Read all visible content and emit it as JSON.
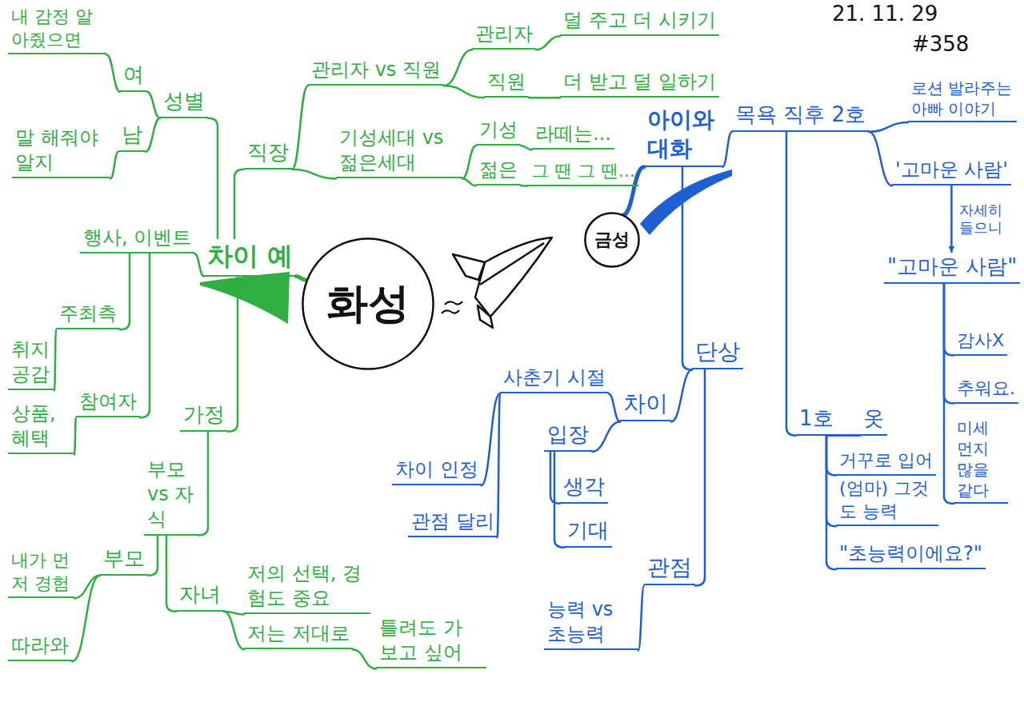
{
  "diagram": {
    "nodes": [
      {
        "text": [
          "화성"
        ]
      },
      {
        "text": [
          "차이 예"
        ]
      },
      {
        "text": [
          "성별"
        ]
      },
      {
        "text": [
          "여"
        ]
      },
      {
        "text": [
          "내 감정 알아줬으면"
        ]
      },
      {
        "text": [
          "남"
        ]
      },
      {
        "text": [
          "말 해줘야 알지"
        ]
      },
      {
        "text": [
          "직장"
        ]
      },
      {
        "text": [
          "관리자 vs 직원"
        ]
      },
      {
        "text": [
          "관리자"
        ]
      },
      {
        "text": [
          "덜 주고 더 시키기"
        ]
      },
      {
        "text": [
          "직원"
        ]
      },
      {
        "text": [
          "더 받고 덜 일하기"
        ]
      },
      {
        "text": [
          "기성세대 vs 젊은세대"
        ]
      },
      {
        "text": [
          "기성"
        ]
      },
      {
        "text": [
          "라떼는..."
        ]
      },
      {
        "text": [
          "젊은"
        ]
      },
      {
        "text": [
          "그 땐 그 땐..."
        ]
      },
      {
        "text": [
          "행사, 이벤트"
        ]
      },
      {
        "text": [
          "주최측"
        ]
      },
      {
        "text": [
          "취지 공감"
        ]
      },
      {
        "text": [
          "참여자"
        ]
      },
      {
        "text": [
          "상품, 혜택"
        ]
      },
      {
        "text": [
          "가정"
        ]
      },
      {
        "text": [
          "부모 vs 자식"
        ]
      },
      {
        "text": [
          "부모"
        ]
      },
      {
        "text": [
          "내가 먼저 경험"
        ]
      },
      {
        "text": [
          "따라와"
        ]
      },
      {
        "text": [
          "자녀"
        ]
      },
      {
        "text": [
          "저의 선택, 경험도 중요"
        ]
      },
      {
        "text": [
          "저는 저대로"
        ]
      },
      {
        "text": [
          "틀려도 가 보고 싶어"
        ]
      },
      {
        "text": [
          "금성"
        ]
      },
      {
        "text": [
          "아이와 대화"
        ]
      },
      {
        "text": [
          "목욕 직후 2호"
        ]
      },
      {
        "text": [
          "로션 발라주는 아빠 이야기"
        ]
      },
      {
        "text": [
          "'고마운 사람'"
        ]
      },
      {
        "text": [
          "\"고마운 사람\""
        ]
      },
      {
        "text": [
          "감사X"
        ]
      },
      {
        "text": [
          "추워요."
        ]
      },
      {
        "text": [
          "미세 먼지 많을 같다"
        ]
      },
      {
        "text": [
          "1호"
        ]
      },
      {
        "text": [
          "옷"
        ]
      },
      {
        "text": [
          "거꾸로 입어"
        ]
      },
      {
        "text": [
          "(엄마) 그것도 능력"
        ]
      },
      {
        "text": [
          "\"초능력이에요?\""
        ]
      },
      {
        "text": [
          "단상"
        ]
      },
      {
        "text": [
          "차이"
        ]
      },
      {
        "text": [
          "사춘기 시절"
        ]
      },
      {
        "text": [
          "차이 인정"
        ]
      },
      {
        "text": [
          "관점 달리"
        ]
      },
      {
        "text": [
          "입장"
        ]
      },
      {
        "text": [
          "생각"
        ]
      },
      {
        "text": [
          "기대"
        ]
      },
      {
        "text": [
          "관점"
        ]
      },
      {
        "text": [
          "능력 vs 초능력"
        ]
      }
    ],
    "edges": [
      {
        "from": 0,
        "to": 1,
        "arrow": "none"
      },
      {
        "from": 1,
        "to": 2,
        "arrow": "none"
      },
      {
        "from": 2,
        "to": 3,
        "arrow": "none"
      },
      {
        "from": 3,
        "to": 4,
        "arrow": "none"
      },
      {
        "from": 2,
        "to": 5,
        "arrow": "none"
      },
      {
        "from": 5,
        "to": 6,
        "arrow": "none"
      },
      {
        "from": 1,
        "to": 7,
        "arrow": "none"
      },
      {
        "from": 7,
        "to": 8,
        "arrow": "none"
      },
      {
        "from": 8,
        "to": 9,
        "arrow": "none"
      },
      {
        "from": 9,
        "to": 10,
        "arrow": "none"
      },
      {
        "from": 8,
        "to": 11,
        "arrow": "none"
      },
      {
        "from": 11,
        "to": 12,
        "arrow": "none"
      },
      {
        "from": 7,
        "to": 13,
        "arrow": "none"
      },
      {
        "from": 13,
        "to": 14,
        "arrow": "none"
      },
      {
        "from": 14,
        "to": 15,
        "arrow": "none"
      },
      {
        "from": 13,
        "to": 16,
        "arrow": "none"
      },
      {
        "from": 16,
        "to": 17,
        "arrow": "none"
      },
      {
        "from": 1,
        "to": 18,
        "arrow": "none"
      },
      {
        "from": 18,
        "to": 19,
        "arrow": "none"
      },
      {
        "from": 19,
        "to": 20,
        "arrow": "none"
      },
      {
        "from": 18,
        "to": 21,
        "arrow": "none"
      },
      {
        "from": 21,
        "to": 22,
        "arrow": "none"
      },
      {
        "from": 1,
        "to": 23,
        "arrow": "none"
      },
      {
        "from": 23,
        "to": 24,
        "arrow": "none"
      },
      {
        "from": 24,
        "to": 25,
        "arrow": "none"
      },
      {
        "from": 25,
        "to": 26,
        "arrow": "none"
      },
      {
        "from": 25,
        "to": 27,
        "arrow": "none"
      },
      {
        "from": 24,
        "to": 28,
        "arrow": "none"
      },
      {
        "from": 28,
        "to": 29,
        "arrow": "none"
      },
      {
        "from": 28,
        "to": 30,
        "arrow": "none"
      },
      {
        "from": 30,
        "to": 31,
        "arrow": "none"
      },
      {
        "from": 32,
        "to": 33,
        "arrow": "none"
      },
      {
        "from": 33,
        "to": 34,
        "arrow": "none"
      },
      {
        "from": 34,
        "to": 35,
        "arrow": "none"
      },
      {
        "from": 34,
        "to": 36,
        "arrow": "none"
      },
      {
        "from": 36,
        "to": 37,
        "label": "자세히 들으니",
        "arrow": "to"
      },
      {
        "from": 37,
        "to": 38,
        "arrow": "none"
      },
      {
        "from": 37,
        "to": 39,
        "arrow": "none"
      },
      {
        "from": 37,
        "to": 40,
        "arrow": "none"
      },
      {
        "from": 34,
        "to": 41,
        "arrow": "none"
      },
      {
        "from": 41,
        "to": 42,
        "arrow": "none"
      },
      {
        "from": 42,
        "to": 43,
        "arrow": "none"
      },
      {
        "from": 42,
        "to": 44,
        "arrow": "none"
      },
      {
        "from": 42,
        "to": 45,
        "arrow": "none"
      },
      {
        "from": 33,
        "to": 46,
        "arrow": "none"
      },
      {
        "from": 46,
        "to": 47,
        "arrow": "none"
      },
      {
        "from": 47,
        "to": 48,
        "arrow": "none"
      },
      {
        "from": 48,
        "to": 49,
        "arrow": "none"
      },
      {
        "from": 48,
        "to": 50,
        "arrow": "none"
      },
      {
        "from": 47,
        "to": 51,
        "arrow": "none"
      },
      {
        "from": 51,
        "to": 52,
        "arrow": "none"
      },
      {
        "from": 51,
        "to": 53,
        "arrow": "none"
      },
      {
        "from": 46,
        "to": 54,
        "arrow": "none"
      },
      {
        "from": 54,
        "to": 55,
        "arrow": "none"
      }
    ],
    "labels": [
      "21. 11. 29",
      "#358"
    ]
  }
}
